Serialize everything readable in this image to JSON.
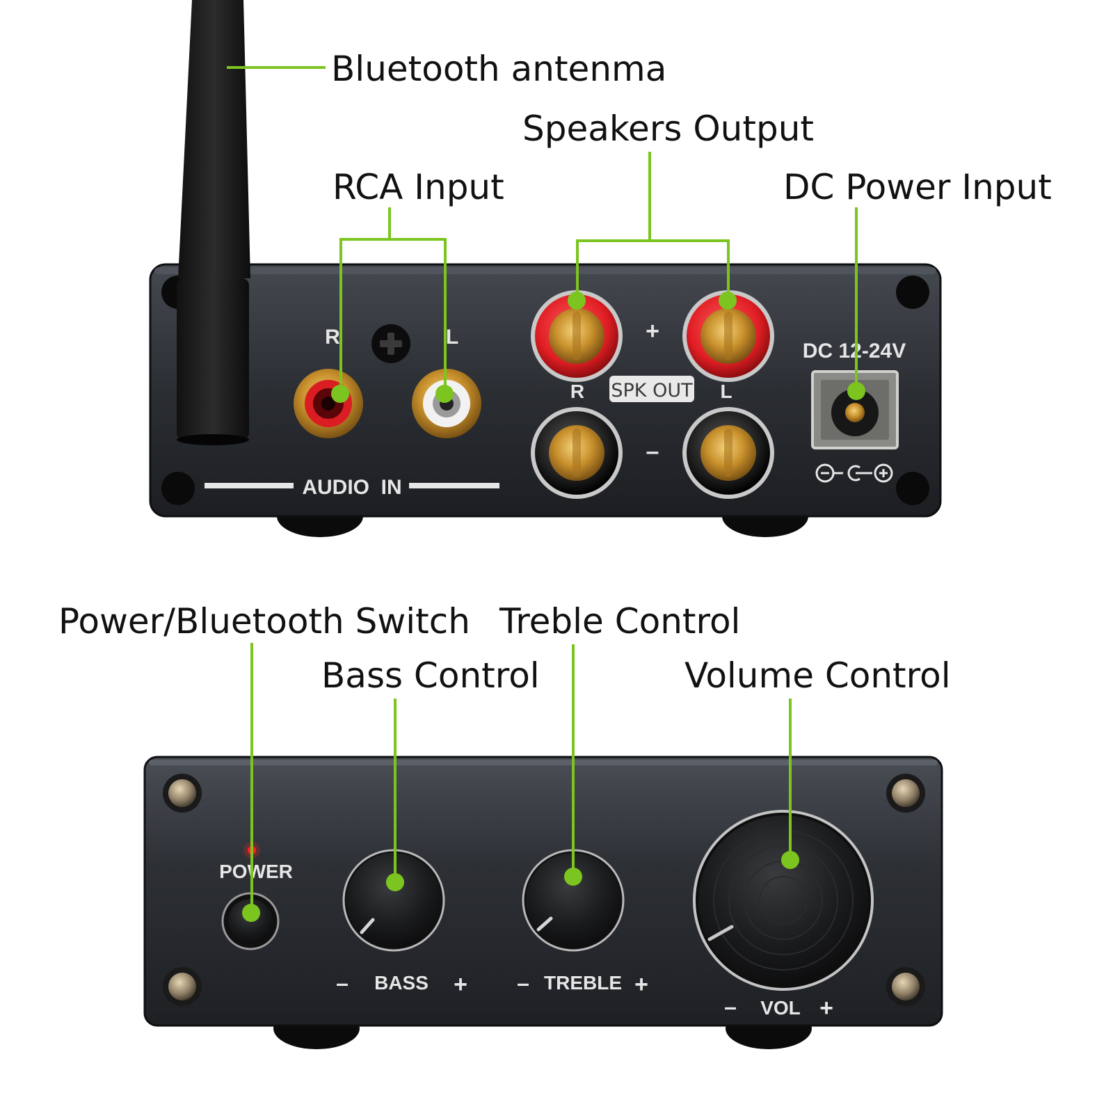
{
  "accent_color": "#7cc520",
  "callouts": {
    "bluetooth_antenna": "Bluetooth antenma",
    "speakers_output": "Speakers Output",
    "rca_input": "RCA Input",
    "dc_power_input": "DC Power Input",
    "power_bluetooth_switch": "Power/Bluetooth Switch",
    "treble_control": "Treble Control",
    "bass_control": "Bass Control",
    "volume_control": "Volume Control"
  },
  "rear_panel": {
    "rca_right": "R",
    "rca_left": "L",
    "audio_in": "AUDIO  IN",
    "plus": "+",
    "minus": "–",
    "spk_right": "R",
    "spk_left": "L",
    "spk_out": "SPK OUT",
    "dc_rating": "DC 12-24V"
  },
  "front_panel": {
    "power": "POWER",
    "bass": "BASS",
    "treble": "TREBLE",
    "vol": "VOL",
    "minus": "–",
    "plus": "+"
  }
}
